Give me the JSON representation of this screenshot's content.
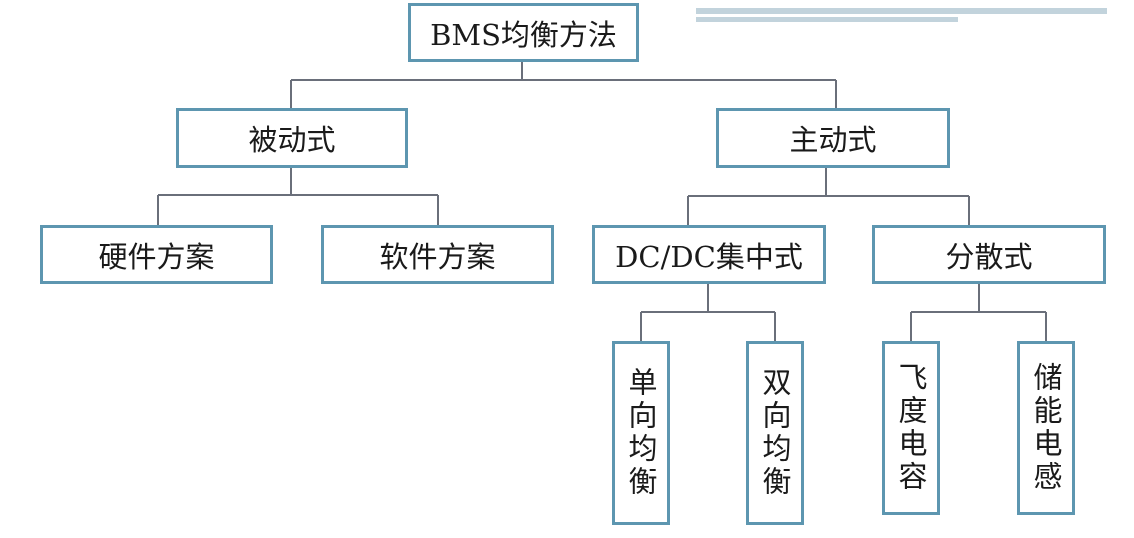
{
  "colors": {
    "node_border": "#5d96b0",
    "connector": "#6a6f7a",
    "accent_bar": "#c2d3dc"
  },
  "diagram": {
    "root": "BMS均衡方法",
    "passive": {
      "label": "被动式",
      "children": [
        "硬件方案",
        "软件方案"
      ]
    },
    "active": {
      "label": "主动式",
      "centralized": {
        "label": "DC/DC集中式",
        "children": [
          "单向均衡",
          "双向均衡"
        ]
      },
      "distributed": {
        "label": "分散式",
        "children": [
          "飞度电容",
          "储能电感"
        ]
      }
    }
  }
}
